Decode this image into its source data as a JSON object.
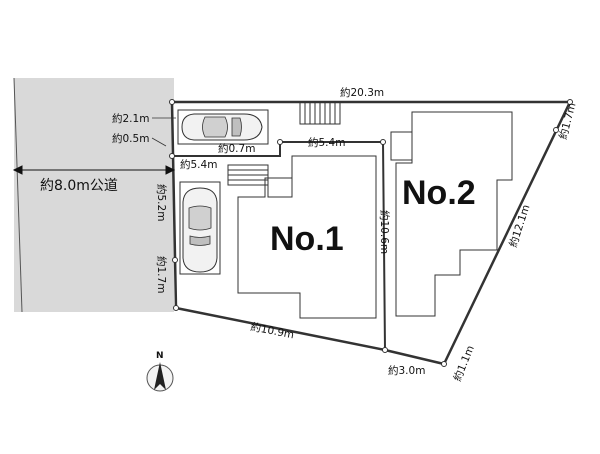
{
  "road": {
    "label": "約8.0m公道"
  },
  "lots": [
    {
      "id": "lot1",
      "label": "No.1"
    },
    {
      "id": "lot2",
      "label": "No.2"
    }
  ],
  "dimensions": {
    "top_width": "約20.3m",
    "right_top": "約1.7m",
    "right_side": "約12.1m",
    "right_bottom": "約1.1m",
    "bottom_right": "約3.0m",
    "bottom_left": "約10.9m",
    "left_lower": "約1.7m",
    "left_upper": "約5.2m",
    "parking_depth": "約2.1m",
    "parking_gap": "約0.5m",
    "driveway_small": "約0.7m",
    "driveway_width": "約5.4m",
    "lot1_top": "約5.4m",
    "divider_length": "約10.6m"
  },
  "compass": {
    "label": "N"
  }
}
